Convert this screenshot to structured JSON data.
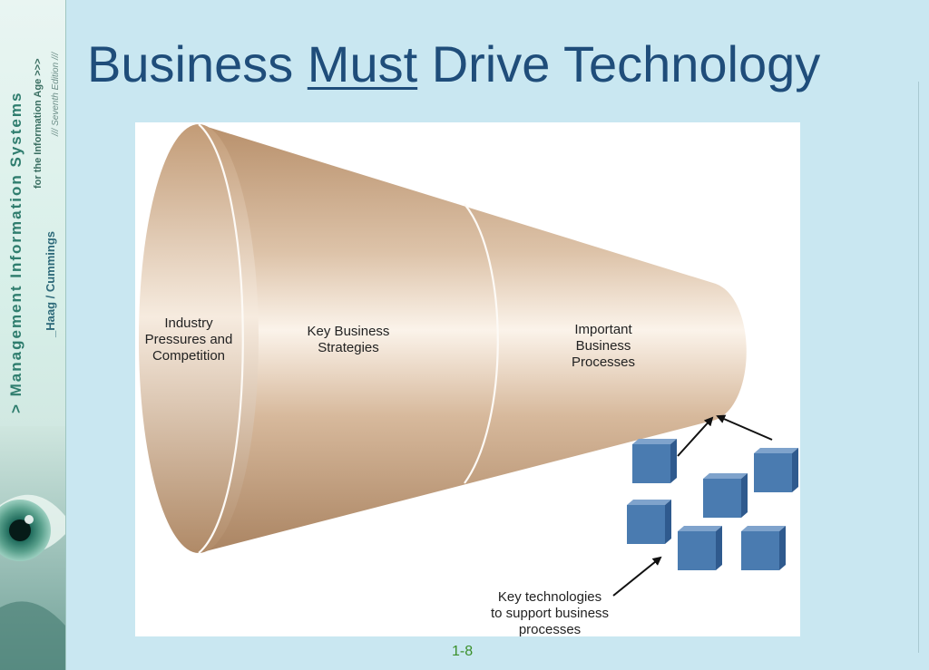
{
  "sidebar": {
    "series": "> Management Information Systems",
    "subtitle": "for the Information Age >>>",
    "edition": "/// Seventh Edition ///",
    "authors": "_Haag / Cummings"
  },
  "title": {
    "word1": "Business",
    "word2": "Must",
    "word3": "Drive Technology"
  },
  "diagram": {
    "stage1": [
      "Industry",
      "Pressures and",
      "Competition"
    ],
    "stage2": [
      "Key Business",
      "Strategies"
    ],
    "stage3": [
      "Important",
      "Business",
      "Processes"
    ],
    "caption": [
      "Key technologies",
      "to support business",
      "processes"
    ],
    "colors": {
      "cube": "#4a7bb0",
      "funnel": "#c9a27e"
    }
  },
  "footer": {
    "page": "1-8"
  }
}
